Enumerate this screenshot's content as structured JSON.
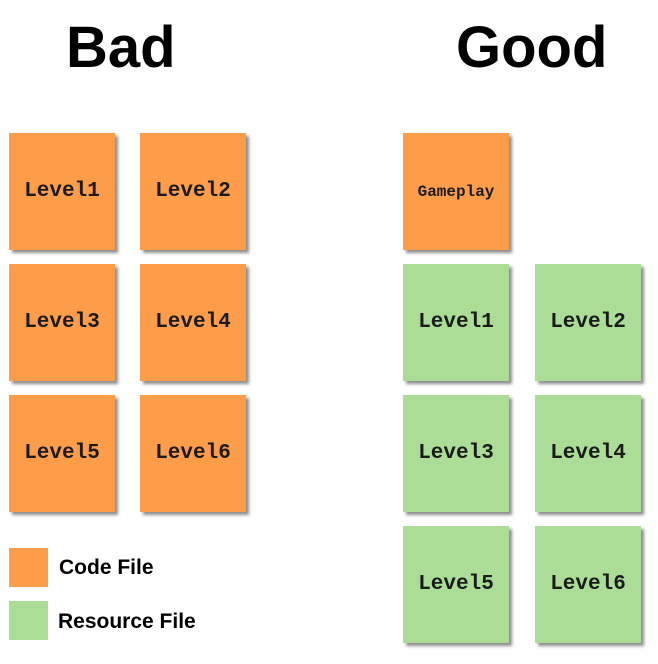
{
  "headings": {
    "bad": "Bad",
    "good": "Good"
  },
  "colors": {
    "code_file": "#fd9d4a",
    "resource_file": "#abdd96"
  },
  "bad": {
    "files": [
      "Level1",
      "Level2",
      "Level3",
      "Level4",
      "Level5",
      "Level6"
    ],
    "type": "code"
  },
  "good": {
    "code_files": [
      "Gameplay"
    ],
    "resource_files": [
      "Level1",
      "Level2",
      "Level3",
      "Level4",
      "Level5",
      "Level6"
    ]
  },
  "legend": {
    "code_label": "Code File",
    "resource_label": "Resource File"
  }
}
